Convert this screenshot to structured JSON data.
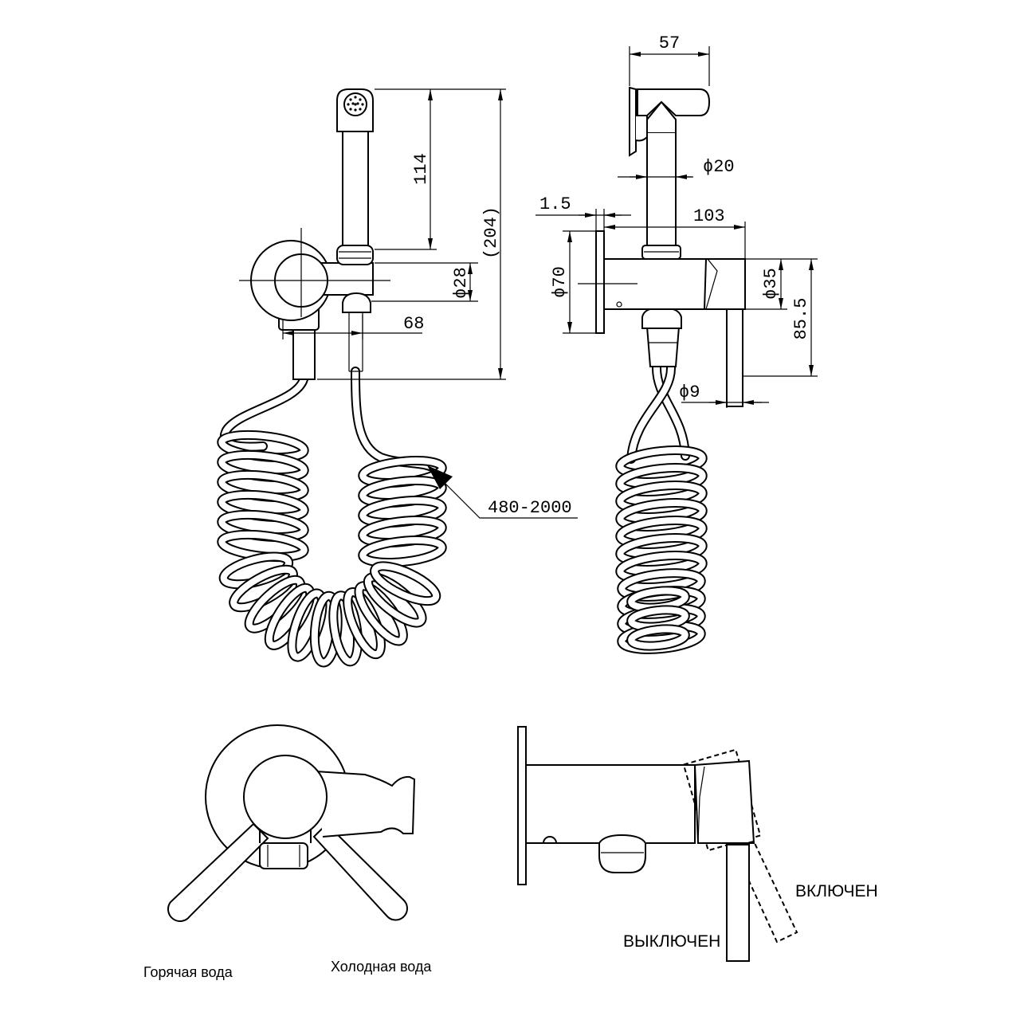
{
  "front_view": {
    "dim_handle_height": "114",
    "dim_total_height": "(204)",
    "dim_holder_diameter": "ϕ28",
    "dim_outlet_spacing": "68",
    "dim_hose_length": "480-2000"
  },
  "side_view": {
    "dim_head_width": "57",
    "dim_tube_diameter": "ϕ20",
    "dim_plate_thickness": "1.5",
    "dim_body_length": "103",
    "dim_flange_diameter": "ϕ70",
    "dim_body_diameter": "ϕ35",
    "dim_lever_height": "85.5",
    "dim_lever_diameter": "ϕ9"
  },
  "front_detail": {
    "hot_water_label": "Горячая вода",
    "cold_water_label": "Холодная вода"
  },
  "side_detail": {
    "on_label": "ВКЛЮЧЕН",
    "off_label": "ВЫКЛЮЧЕН"
  }
}
